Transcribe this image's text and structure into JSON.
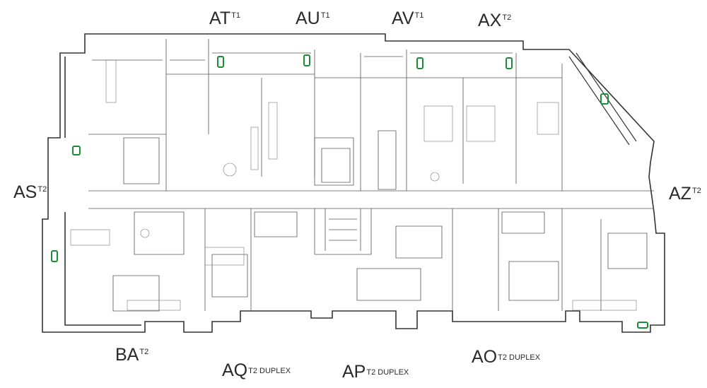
{
  "units": [
    {
      "id": "at",
      "code": "AT",
      "type": "T1"
    },
    {
      "id": "au",
      "code": "AU",
      "type": "T1"
    },
    {
      "id": "av",
      "code": "AV",
      "type": "T1"
    },
    {
      "id": "ax",
      "code": "AX",
      "type": "T2"
    },
    {
      "id": "as",
      "code": "AS",
      "type": "T2"
    },
    {
      "id": "az",
      "code": "AZ",
      "type": "T2"
    },
    {
      "id": "ba",
      "code": "BA",
      "type": "T2"
    },
    {
      "id": "aq",
      "code": "AQ",
      "type": "T2 DUPLEX"
    },
    {
      "id": "ap",
      "code": "AP",
      "type": "T2 DUPLEX"
    },
    {
      "id": "ao",
      "code": "AO",
      "type": "T2 DUPLEX"
    }
  ],
  "colors": {
    "wall": "#333333",
    "line": "#555555",
    "marker": "#1d8a36",
    "text": "#2a2a2a"
  }
}
